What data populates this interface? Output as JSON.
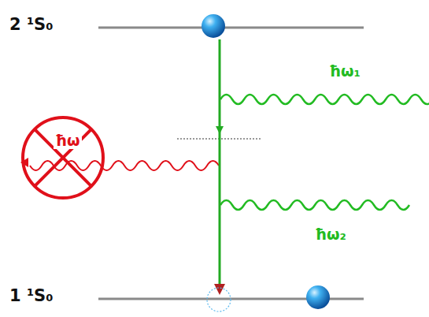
{
  "diagram": {
    "nodes": [
      {
        "text": [
          "ħω"
        ]
      }
    ],
    "labels": [
      "2 ¹S₀",
      "ħω₁",
      "ħω₂",
      "1 ¹S₀"
    ]
  }
}
